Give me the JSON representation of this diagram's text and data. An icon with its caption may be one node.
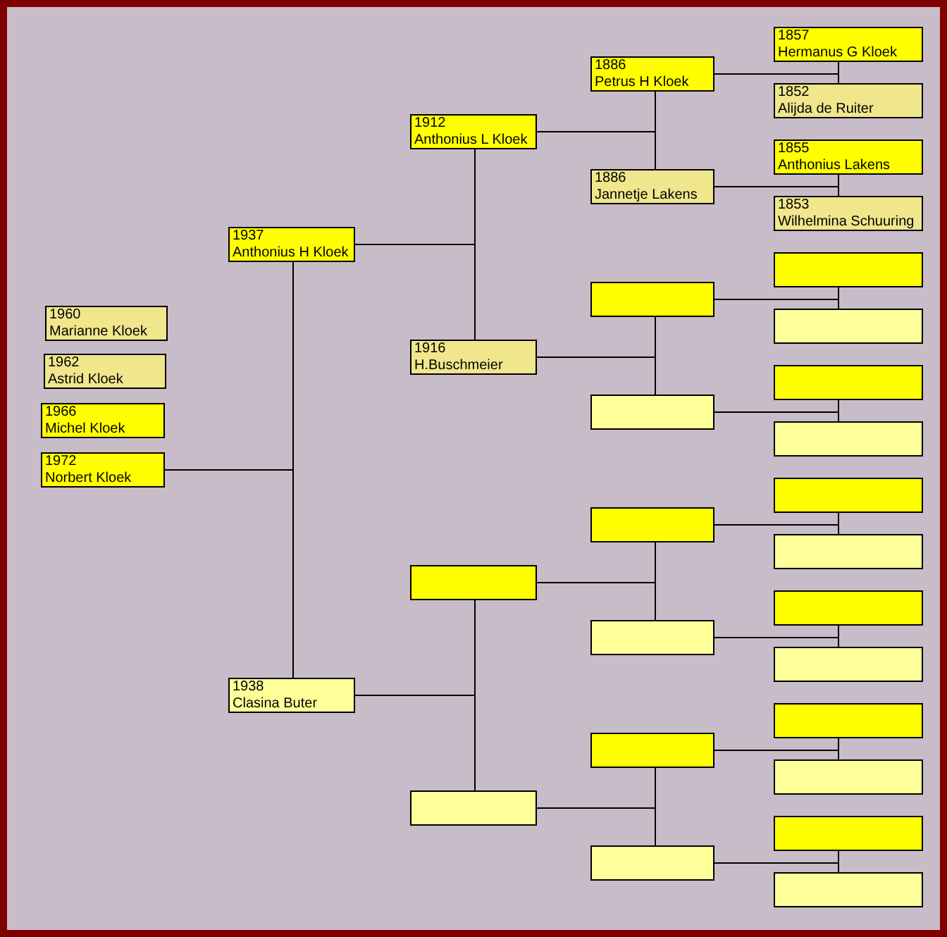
{
  "diagram": {
    "nodes": [
      {
        "text": [
          "1960",
          "Marianne Kloek"
        ]
      },
      {
        "text": [
          "1962",
          "Astrid Kloek"
        ]
      },
      {
        "text": [
          "1966",
          "Michel Kloek"
        ]
      },
      {
        "text": [
          "1972",
          "Norbert Kloek"
        ]
      },
      {
        "text": [
          "1937",
          "Anthonius H Kloek"
        ]
      },
      {
        "text": [
          "1938",
          "Clasina Buter"
        ]
      },
      {
        "text": [
          "1912",
          "Anthonius L Kloek"
        ]
      },
      {
        "text": [
          "1916",
          "H.Buschmeier"
        ]
      },
      {
        "text": [],
        "shape": "box"
      },
      {
        "text": [],
        "shape": "box"
      },
      {
        "text": [
          "1886",
          "Petrus H Kloek"
        ]
      },
      {
        "text": [
          "1886",
          "Jannetje Lakens"
        ]
      },
      {
        "text": [],
        "shape": "box"
      },
      {
        "text": [],
        "shape": "box"
      },
      {
        "text": [],
        "shape": "box"
      },
      {
        "text": [],
        "shape": "box"
      },
      {
        "text": [],
        "shape": "box"
      },
      {
        "text": [],
        "shape": "box"
      },
      {
        "text": [
          "1857",
          "Hermanus G Kloek"
        ]
      },
      {
        "text": [
          "1852",
          "Alijda de Ruiter"
        ]
      },
      {
        "text": [
          "1855",
          "Anthonius Lakens"
        ]
      },
      {
        "text": [
          "1853",
          "Wilhelmina Schuuring"
        ]
      },
      {
        "text": [],
        "shape": "box"
      },
      {
        "text": [],
        "shape": "box"
      },
      {
        "text": [],
        "shape": "box"
      },
      {
        "text": [],
        "shape": "box"
      },
      {
        "text": [],
        "shape": "box"
      },
      {
        "text": [],
        "shape": "box"
      },
      {
        "text": [],
        "shape": "box"
      },
      {
        "text": [],
        "shape": "box"
      },
      {
        "text": [],
        "shape": "box"
      },
      {
        "text": [],
        "shape": "box"
      },
      {
        "text": [],
        "shape": "box"
      },
      {
        "text": [],
        "shape": "box"
      }
    ],
    "edges": [
      {
        "from": 4,
        "to": 3,
        "arrow": "none"
      },
      {
        "from": 5,
        "to": 3,
        "arrow": "none"
      },
      {
        "from": 6,
        "to": 4,
        "arrow": "none"
      },
      {
        "from": 7,
        "to": 4,
        "arrow": "none"
      },
      {
        "from": 8,
        "to": 5,
        "arrow": "none"
      },
      {
        "from": 9,
        "to": 5,
        "arrow": "none"
      },
      {
        "from": 10,
        "to": 6,
        "arrow": "none"
      },
      {
        "from": 11,
        "to": 6,
        "arrow": "none"
      },
      {
        "from": 12,
        "to": 7,
        "arrow": "none"
      },
      {
        "from": 13,
        "to": 7,
        "arrow": "none"
      },
      {
        "from": 14,
        "to": 8,
        "arrow": "none"
      },
      {
        "from": 15,
        "to": 8,
        "arrow": "none"
      },
      {
        "from": 16,
        "to": 9,
        "arrow": "none"
      },
      {
        "from": 17,
        "to": 9,
        "arrow": "none"
      },
      {
        "from": 18,
        "to": 10,
        "arrow": "none"
      },
      {
        "from": 19,
        "to": 10,
        "arrow": "none"
      },
      {
        "from": 20,
        "to": 11,
        "arrow": "none"
      },
      {
        "from": 21,
        "to": 11,
        "arrow": "none"
      },
      {
        "from": 22,
        "to": 12,
        "arrow": "none"
      },
      {
        "from": 23,
        "to": 12,
        "arrow": "none"
      },
      {
        "from": 24,
        "to": 13,
        "arrow": "none"
      },
      {
        "from": 25,
        "to": 13,
        "arrow": "none"
      },
      {
        "from": 26,
        "to": 14,
        "arrow": "none"
      },
      {
        "from": 27,
        "to": 14,
        "arrow": "none"
      },
      {
        "from": 28,
        "to": 15,
        "arrow": "none"
      },
      {
        "from": 29,
        "to": 15,
        "arrow": "none"
      },
      {
        "from": 30,
        "to": 16,
        "arrow": "none"
      },
      {
        "from": 31,
        "to": 16,
        "arrow": "none"
      },
      {
        "from": 32,
        "to": 17,
        "arrow": "none"
      },
      {
        "from": 33,
        "to": 17,
        "arrow": "none"
      }
    ]
  }
}
